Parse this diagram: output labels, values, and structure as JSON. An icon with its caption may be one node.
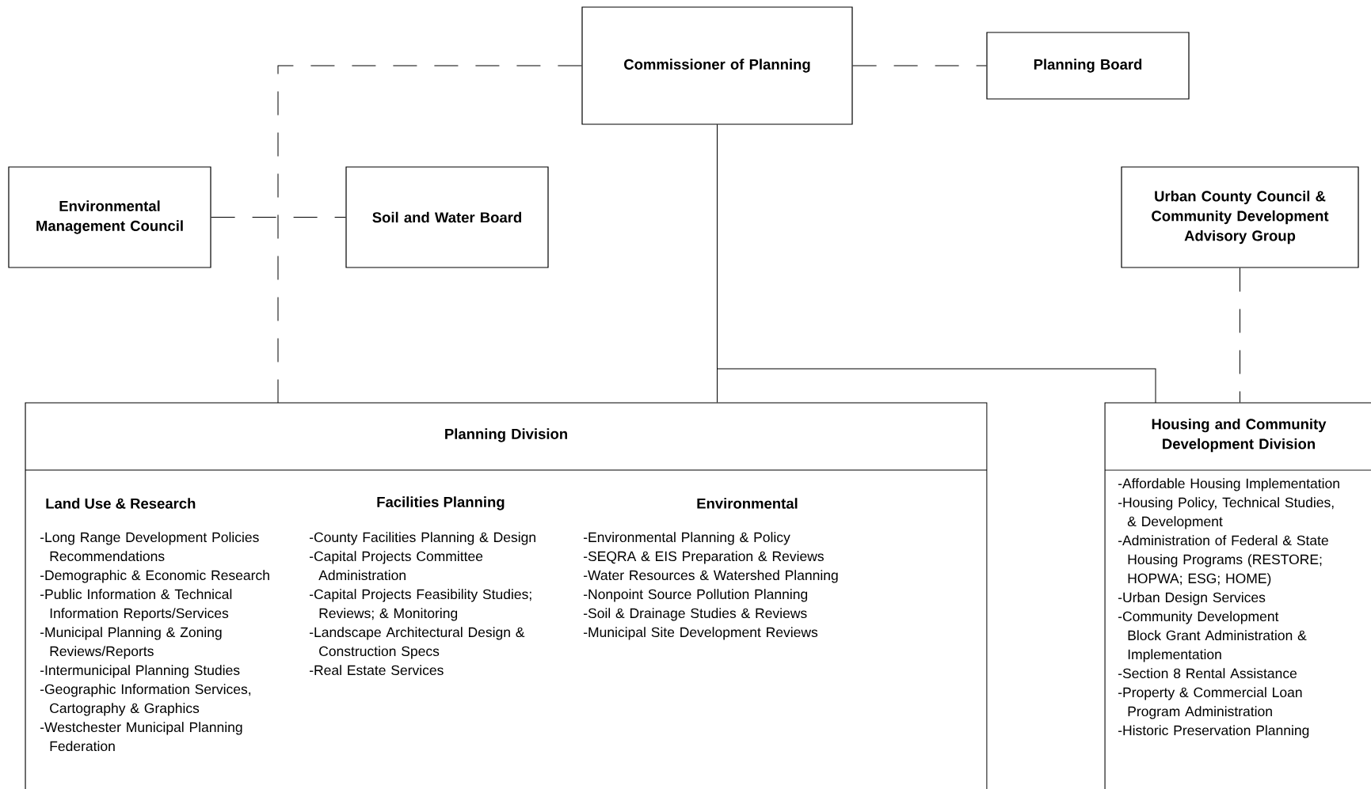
{
  "diagram": {
    "nodes": [
      {
        "text": [
          "Commissioner of Planning"
        ]
      },
      {
        "text": [
          "Planning Board"
        ]
      },
      {
        "text": [
          "Environmental Management Council"
        ]
      },
      {
        "text": [
          "Soil and Water Board"
        ]
      },
      {
        "text": [
          "Urban County Council & Community Development Advisory Group"
        ]
      },
      {
        "text": [
          "Planning Division",
          "Land Use & Research",
          "-Long Range Development Policies Recommendations",
          "-Demographic & Economic Research",
          "-Public Information & Technical Information Reports/Services",
          "-Municipal Planning & Zoning Reviews/Reports",
          "-Intermunicipal Planning Studies",
          "-Geographic Information Services, Cartography & Graphics",
          "-Westchester Municipal Planning Federation",
          "Facilities Planning",
          "-County Facilities Planning & Design",
          "-Capital Projects Committee Administration",
          "-Capital Projects Feasibility Studies; Reviews; & Monitoring",
          "-Landscape Architectural Design & Construction Specs",
          "-Real Estate Services",
          "Environmental",
          "-Environmental Planning & Policy",
          "-SEQRA & EIS Preparation & Reviews",
          "-Water Resources & Watershed Planning",
          "-Nonpoint Source Pollution Planning",
          "-Soil & Drainage Studies & Reviews",
          "-Municipal Site Development Reviews"
        ]
      },
      {
        "text": [
          "Housing and Community Development Division",
          "-Affordable Housing Implementation",
          "-Housing Policy, Technical Studies, & Development",
          "-Administration of Federal & State Housing Programs (RESTORE; HOPWA; ESG; HOME)",
          "-Urban Design Services",
          "-Community Development Block Grant Administration & Implementation",
          "-Section 8 Rental Assistance",
          "-Property & Commercial Loan Program Administration",
          "-Historic Preservation Planning"
        ]
      }
    ],
    "edges": [
      {
        "from": 0,
        "to": 1,
        "arrow": "none",
        "style": "dashed"
      },
      {
        "from": 0,
        "to": 5,
        "arrow": "none",
        "style": "dashed"
      },
      {
        "from": 2,
        "to": 3,
        "arrow": "none",
        "style": "dashed"
      },
      {
        "from": 0,
        "to": 5,
        "arrow": "none"
      },
      {
        "from": 0,
        "to": 6,
        "arrow": "none"
      },
      {
        "from": 4,
        "to": 6,
        "arrow": "none",
        "style": "dashed"
      }
    ]
  }
}
